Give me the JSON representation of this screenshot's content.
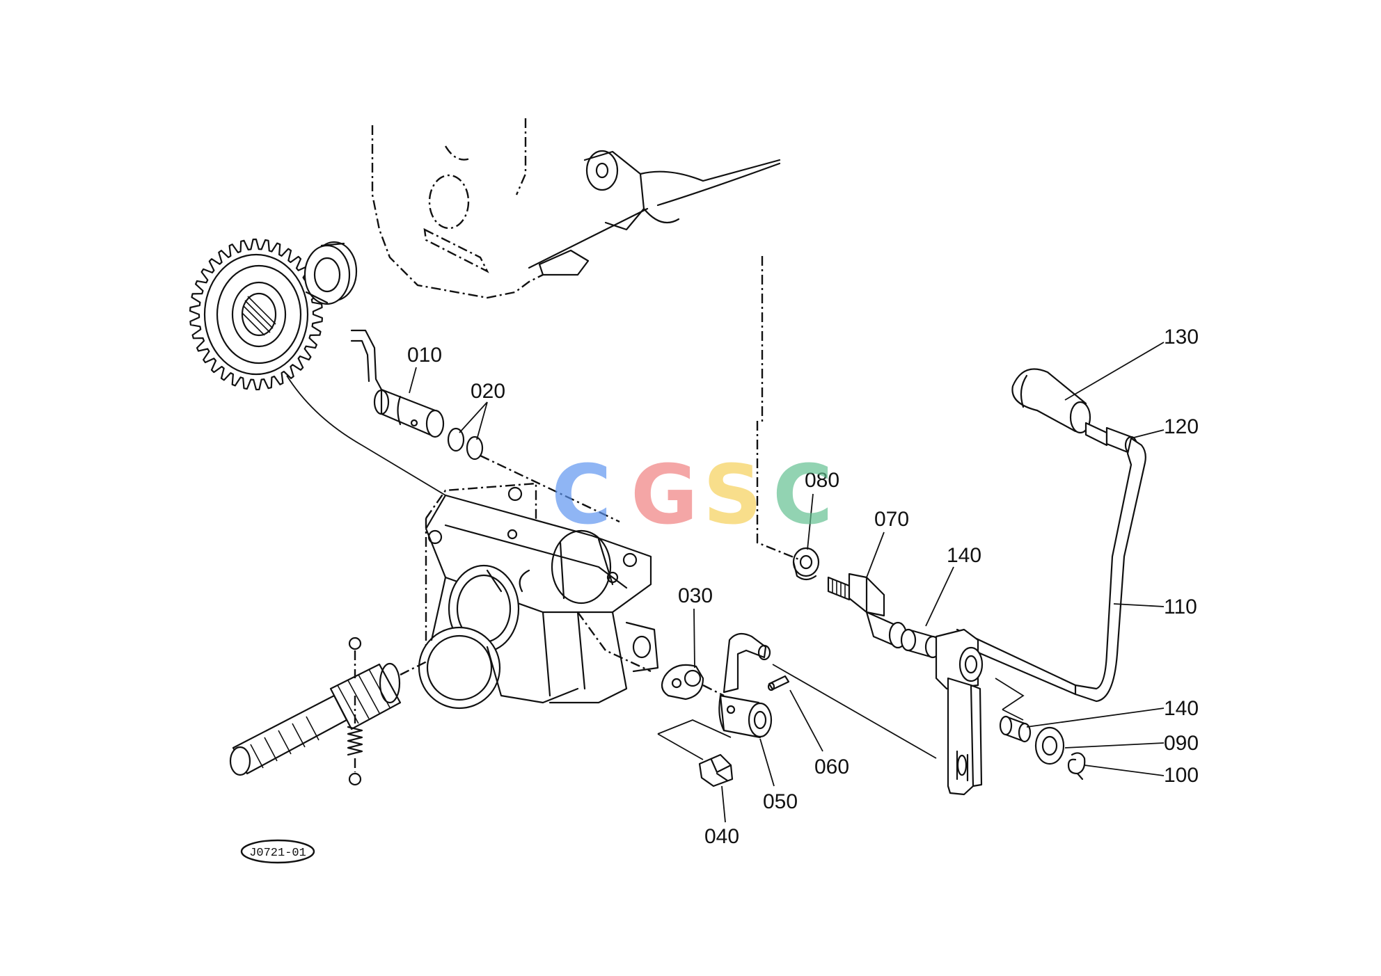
{
  "drawing_ref": "J0721-01",
  "watermark": {
    "letters": [
      {
        "char": "C",
        "color": "#5b93f0"
      },
      {
        "char": "G",
        "color": "#f07d7d"
      },
      {
        "char": "S",
        "color": "#f6cf55"
      },
      {
        "char": "C",
        "color": "#5fbf8f"
      }
    ]
  },
  "labels": {
    "p010": "010",
    "p020": "020",
    "p030": "030",
    "p040": "040",
    "p050": "050",
    "p060": "060",
    "p070": "070",
    "p080": "080",
    "p090": "090",
    "p100": "100",
    "p110": "110",
    "p120": "120",
    "p130": "130",
    "p140a": "140",
    "p140b": "140"
  }
}
